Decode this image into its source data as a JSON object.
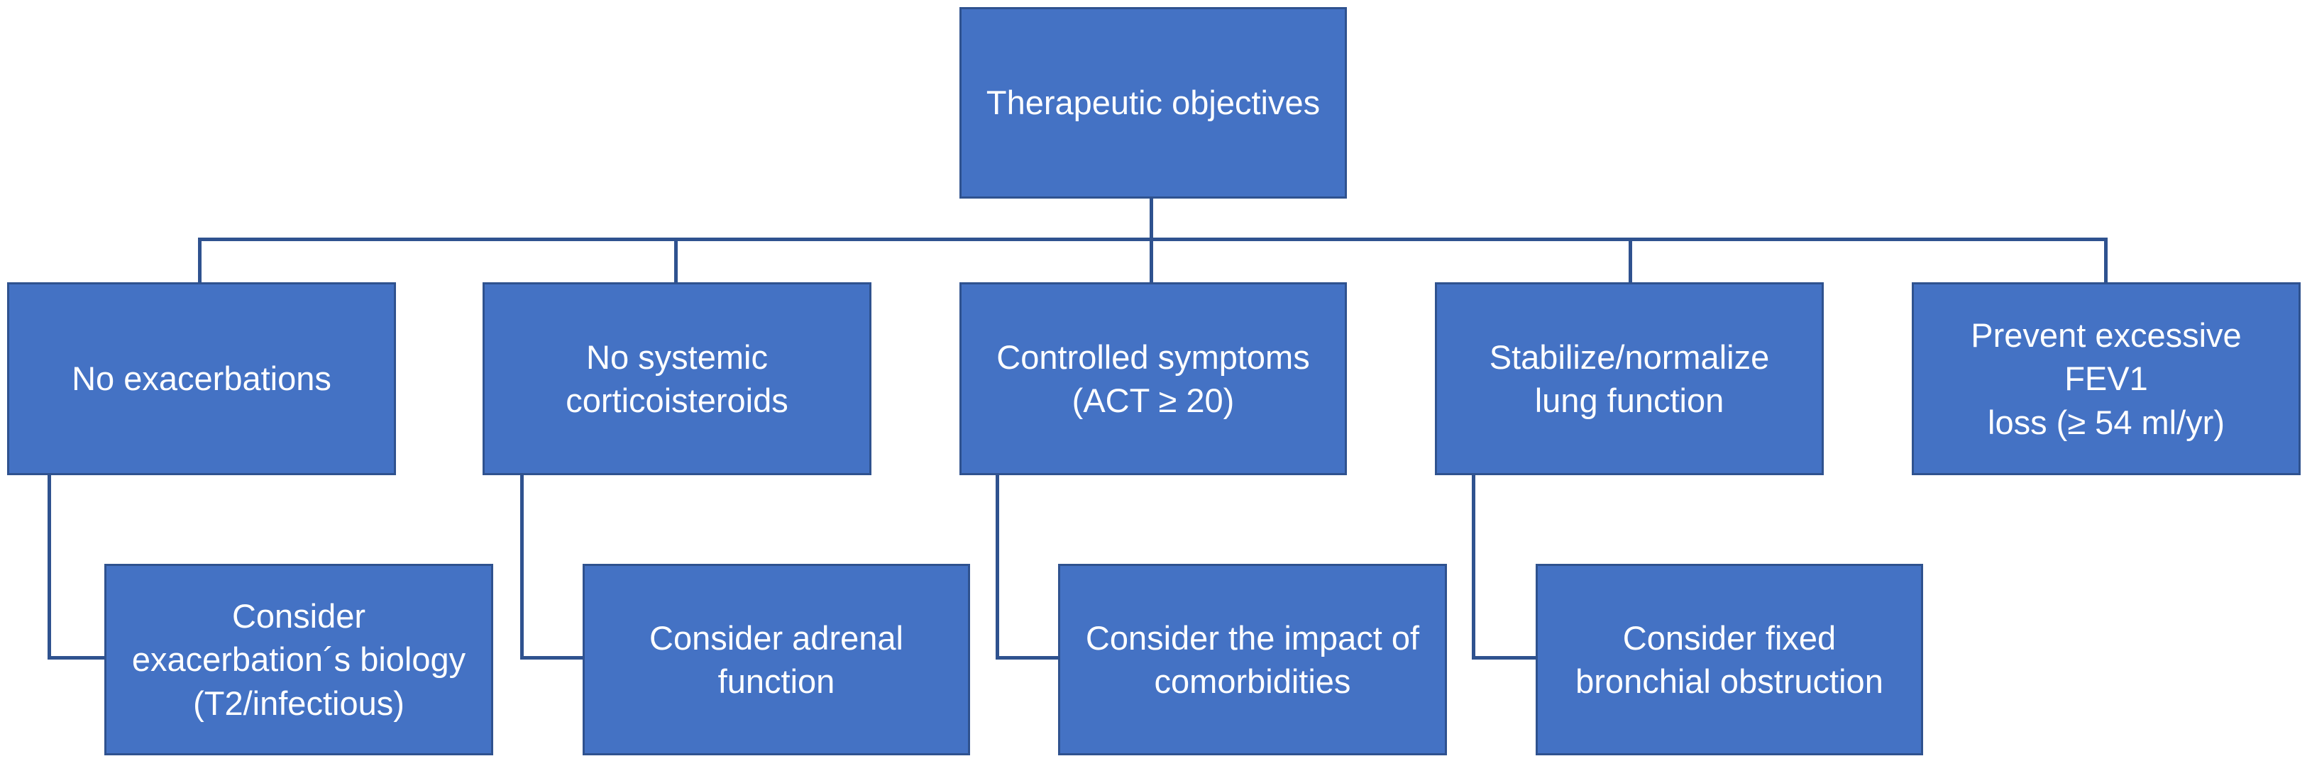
{
  "colors": {
    "box_fill": "#4472c4",
    "box_border": "#2f528f",
    "text": "#ffffff",
    "connector": "#2f528f"
  },
  "root": {
    "label": "Therapeutic objectives"
  },
  "objectives": [
    {
      "label": "No exacerbations",
      "consideration": "Consider\nexacerbation´s biology\n(T2/infectious)"
    },
    {
      "label": "No systemic\ncorticoisteroids",
      "consideration": "Consider adrenal\nfunction"
    },
    {
      "label": "Controlled symptoms\n(ACT ≥ 20)",
      "consideration": "Consider the impact of\ncomorbidities"
    },
    {
      "label": "Stabilize/normalize\nlung function",
      "consideration": "Consider fixed\nbronchial obstruction"
    },
    {
      "label": "Prevent excessive FEV1\nloss (≥ 54 ml/yr)"
    }
  ]
}
